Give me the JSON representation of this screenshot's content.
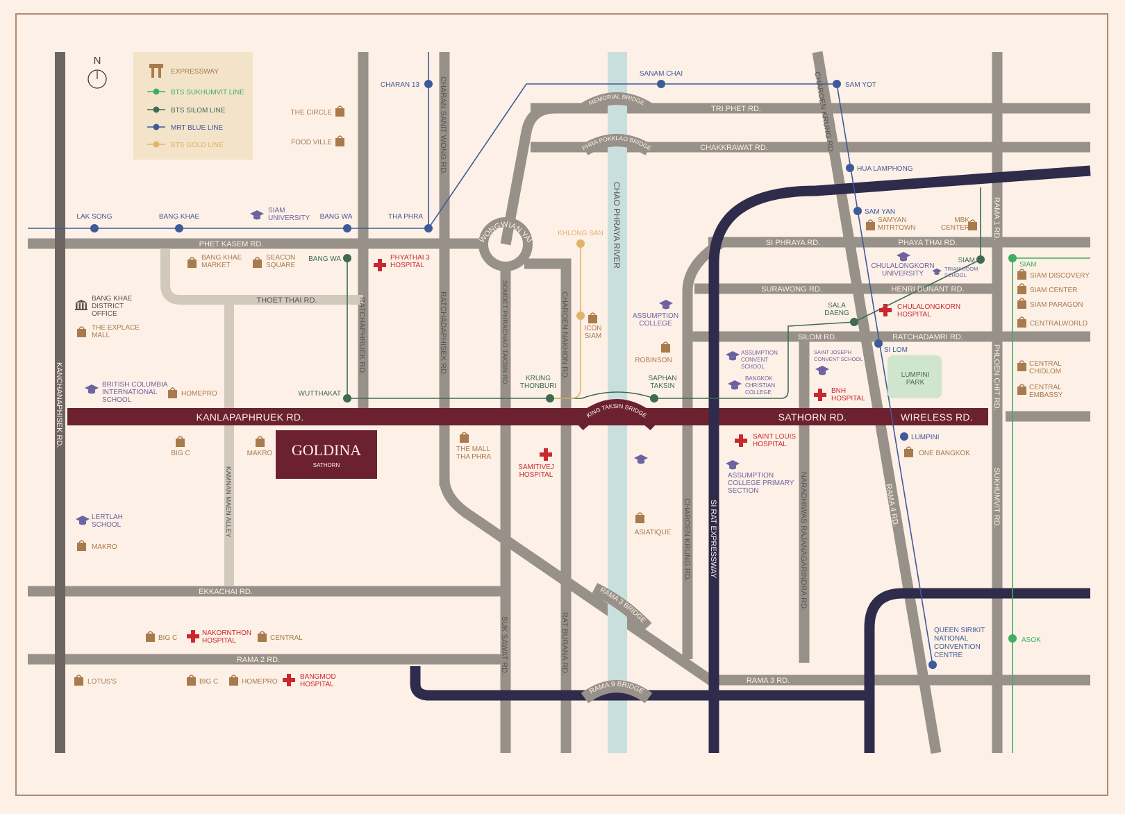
{
  "compass": {
    "label": "N"
  },
  "colors": {
    "background": "#fdf0e6",
    "road": "#979189",
    "major_road": "#6b2130",
    "expressway": "#2f2b4a",
    "river": "#c8dfdd",
    "bts_sukhumvit": "#3fae62",
    "bts_silom": "#3d6b52",
    "mrt_blue": "#3f5a9a",
    "bts_gold": "#e0b46a",
    "hospital": "#c8282e",
    "school": "#6c62a1",
    "shopping": "#a97a4c"
  },
  "legend": {
    "expressway": "EXPRESSWAY",
    "bts_sukhumvit": "BTS SUKHUMVIT LINE",
    "bts_silom": "BTS SILOM LINE",
    "mrt_blue": "MRT BLUE LINE",
    "bts_gold": "BTS GOLD LINE"
  },
  "project": {
    "name": "GOLDINA",
    "sub": "SATHORN"
  },
  "river": "CHAO PHRAYA RIVER",
  "roads": {
    "kanlapaphruek": "KANLAPAPHRUEK RD.",
    "sathorn": "SATHORN RD.",
    "wireless": "WIRELESS RD.",
    "phet_kasem": "PHET KASEM RD.",
    "thoet_thai": "THOET THAI RD.",
    "tri_phet": "TRI PHET RD.",
    "chakkrawat": "CHAKKRAWAT RD.",
    "si_phraya": "SI PHRAYA RD.",
    "phaya_thai": "PHAYA THAI RD.",
    "surawong": "SURAWONG RD.",
    "henri_dunant": "HENRI DUNANT RD.",
    "silom": "SILOM RD.",
    "ratchadamri": "RATCHADAMRI RD.",
    "ekkachai": "EKKACHAI RD.",
    "rama2": "RAMA 2 RD.",
    "rama3": "RAMA 3 RD.",
    "kanchanaphisek": "KANCHANAPHISEK RD.",
    "charan_sanit_wong": "CHARAN SANIT WONG RD.",
    "ratchaphruek": "RATCHAPHRUEK RD.",
    "ratchadaphisek": "RATCHADAPHISEK RD.",
    "somdet": "SOMDET PHRACHAO TAKSIN RD.",
    "charoen_nakhon": "CHAROEN NAKHON RD.",
    "kamnan_maen": "KAMNAN MAEN ALLEY",
    "suk_sawat": "SUK SAWAT RD.",
    "rat_burana": "RAT BURANA RD.",
    "charoen_krung_s": "CHAROEN KRUNG RD.",
    "charoen_krung_n": "CHAROEN KRUNG RD.",
    "si_rat": "SI RAT EXPRESSWAY",
    "naradhiwas": "NARADHIWAS RAJANAGARINDRA RD.",
    "rama4": "RAMA 4 RD.",
    "rama1": "RAMA 1 RD.",
    "phloen_chit": "PHLOEN CHIT RD.",
    "sukhumvit": "SUKHUMVIT RD.",
    "wongwian_yai": "WONGWIAN YAI"
  },
  "bridges": {
    "memorial": "MEMORIAL BRIDGE",
    "phra_pokklao": "PHRA POKKLAO BRIDGE",
    "king_taksin": "KING TAKSIN BRIDGE",
    "rama3": "RAMA 3 BRIDGE",
    "rama9": "RAMA 9 BRIDGE"
  },
  "stations": {
    "lak_song": "LAK SONG",
    "bang_khae": "BANG KHAE",
    "bang_wa_mrt": "BANG WA",
    "tha_phra": "THA PHRA",
    "charan_13": "CHARAN 13",
    "sanam_chai": "SANAM CHAI",
    "sam_yot": "SAM YOT",
    "hua_lamphong": "HUA LAMPHONG",
    "sam_yan": "SAM YAN",
    "si_lom": "SI LOM",
    "lumpini": "LUMPINI",
    "qsncc": "QUEEN SIRIKIT NATIONAL CONVENTION CENTRE",
    "bang_wa_bts": "BANG WA",
    "wutthakat": "WUTTHAKAT",
    "krung_thonburi": "KRUNG THONBURI",
    "saphan_taksin": "SAPHAN TAKSIN",
    "sala_daeng": "SALA DAENG",
    "siam_silom": "SIAM",
    "siam_sukhumvit": "SIAM",
    "asok": "ASOK",
    "khlong_san": "KHLONG SAN"
  },
  "places": {
    "the_circle": "THE CIRCLE",
    "food_ville": "FOOD VILLE",
    "siam_university": "SIAM UNIVERSITY",
    "bang_khae_market": "BANG KHAE MARKET",
    "seacon_square": "SEACON SQUARE",
    "phyathai3": "PHYATHAI 3 HOSPITAL",
    "bang_khae_office": "BANG KHAE DISTRICT OFFICE",
    "explace": "THE EXPLACE MALL",
    "bcis": "BRITISH COLUMBIA INTERNATIONAL SCHOOL",
    "homepro1": "HOMEPRO",
    "big_c1": "BIG C",
    "makro1": "MAKRO",
    "lertlah": "LERTLAH SCHOOL",
    "makro2": "MAKRO",
    "big_c2": "BIG C",
    "nakornthon": "NAKORNTHON HOSPITAL",
    "central": "CENTRAL",
    "lotuss": "LOTUS'S",
    "big_c3": "BIG C",
    "homepro2": "HOMEPRO",
    "bangmod": "BANGMOD HOSPITAL",
    "icon_siam": "ICON SIAM",
    "assumption_college": "ASSUMPTION COLLEGE",
    "robinson": "ROBINSON",
    "the_mall": "THE MALL THA PHRA",
    "samitivej": "SAMITIVEJ HOSPITAL",
    "asiatique": "ASIATIQUE",
    "samyan_mitrtown": "SAMYAN MITRTOWN",
    "mbk": "MBK CENTER",
    "chula": "CHULALONGKORN UNIVERSITY",
    "triam_udom": "TRIAM UDOM SCHOOL",
    "chula_hospital": "CHULALONGKORN HOSPITAL",
    "assumption_convent": "ASSUMPTION CONVENT SCHOOL",
    "saint_joseph": "SAINT JOSEPH CONVENT SCHOOL",
    "bangkok_christian": "BANGKOK CHRISTIAN COLLEGE",
    "bnh": "BNH HOSPITAL",
    "lumpini_park": "LUMPINI PARK",
    "saint_louis": "SAINT LOUIS HOSPITAL",
    "assumption_primary": "ASSUMPTION COLLEGE PRIMARY SECTION",
    "one_bangkok": "ONE BANGKOK",
    "siam_discovery": "SIAM DISCOVERY",
    "siam_center": "SIAM CENTER",
    "siam_paragon": "SIAM PARAGON",
    "centralworld": "CENTRALWORLD",
    "central_chidlom": "CENTRAL CHIDLOM",
    "central_embassy": "CENTRAL EMBASSY"
  }
}
